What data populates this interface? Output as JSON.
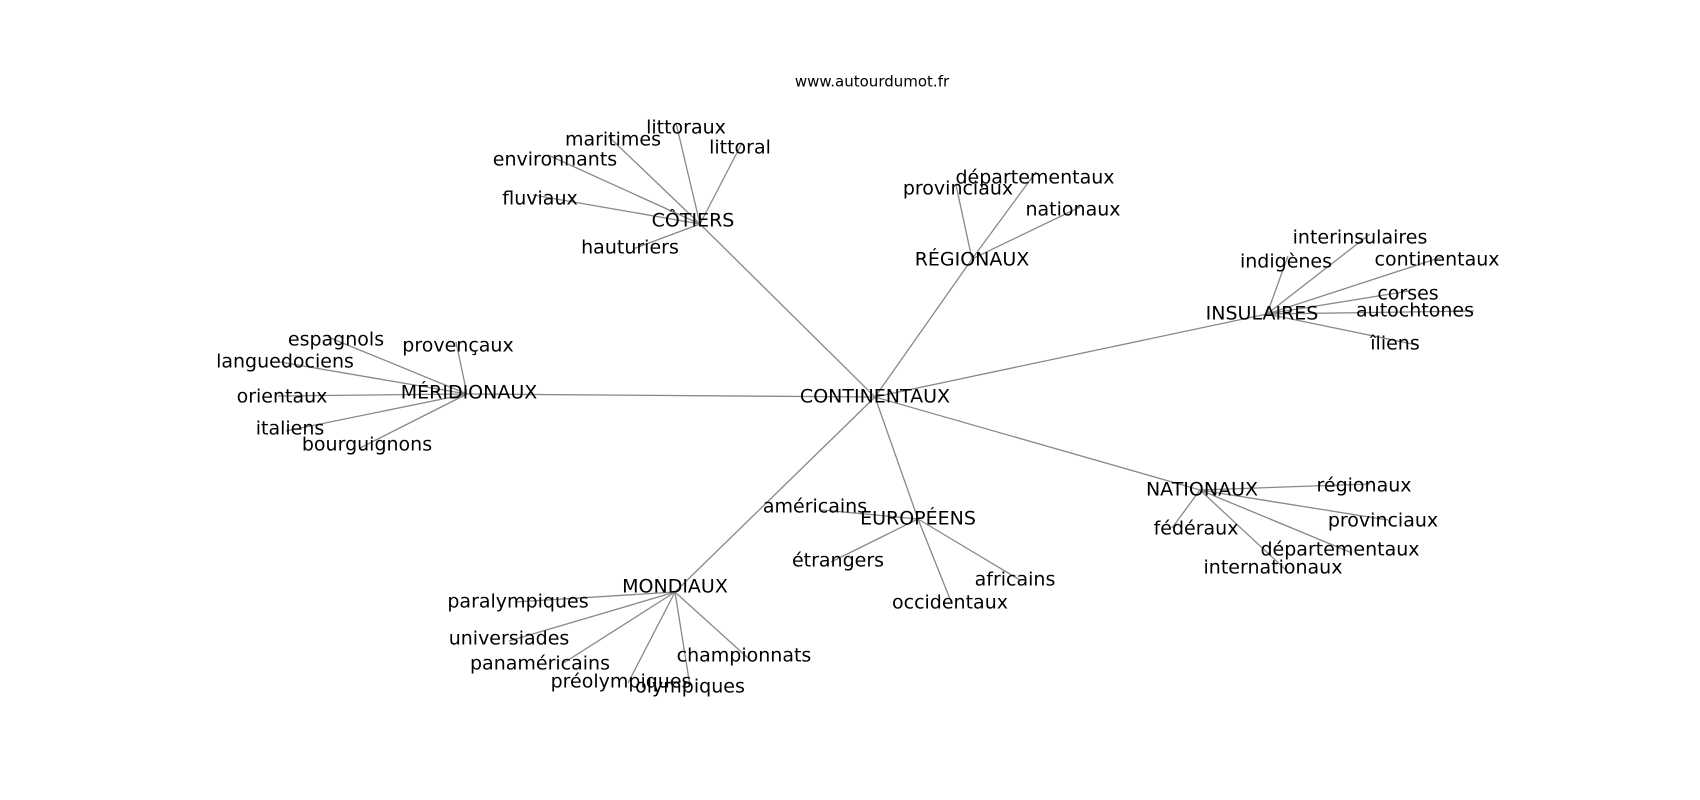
{
  "site": "www.autourdumot.fr",
  "colors": {
    "edge": "#888888",
    "text": "#000000",
    "background": "#ffffff"
  },
  "center": "CONTINENTAUX",
  "groups": [
    {
      "id": "cotiers",
      "label": "CÔTIERS",
      "children": [
        "littoraux",
        "maritimes",
        "littoral",
        "environnants",
        "fluviaux",
        "hauturiers"
      ]
    },
    {
      "id": "regionaux",
      "label": "RÉGIONAUX",
      "children": [
        "départementaux",
        "provinciaux",
        "nationaux"
      ]
    },
    {
      "id": "insulaires",
      "label": "INSULAIRES",
      "children": [
        "interinsulaires",
        "indigènes",
        "continentaux",
        "corses",
        "autochtones",
        "îliens"
      ]
    },
    {
      "id": "meridionaux",
      "label": "MÉRIDIONAUX",
      "children": [
        "espagnols",
        "provençaux",
        "languedociens",
        "orientaux",
        "italiens",
        "bourguignons"
      ]
    },
    {
      "id": "nationaux",
      "label": "NATIONAUX",
      "children": [
        "régionaux",
        "provinciaux",
        "fédéraux",
        "départementaux",
        "internationaux"
      ]
    },
    {
      "id": "europeens",
      "label": "EUROPÉENS",
      "children": [
        "américains",
        "étrangers",
        "africains",
        "occidentaux"
      ]
    },
    {
      "id": "mondiaux",
      "label": "MONDIAUX",
      "children": [
        "paralympiques",
        "universiades",
        "panaméricains",
        "championnats",
        "préolympiques",
        "olympiques"
      ]
    }
  ]
}
